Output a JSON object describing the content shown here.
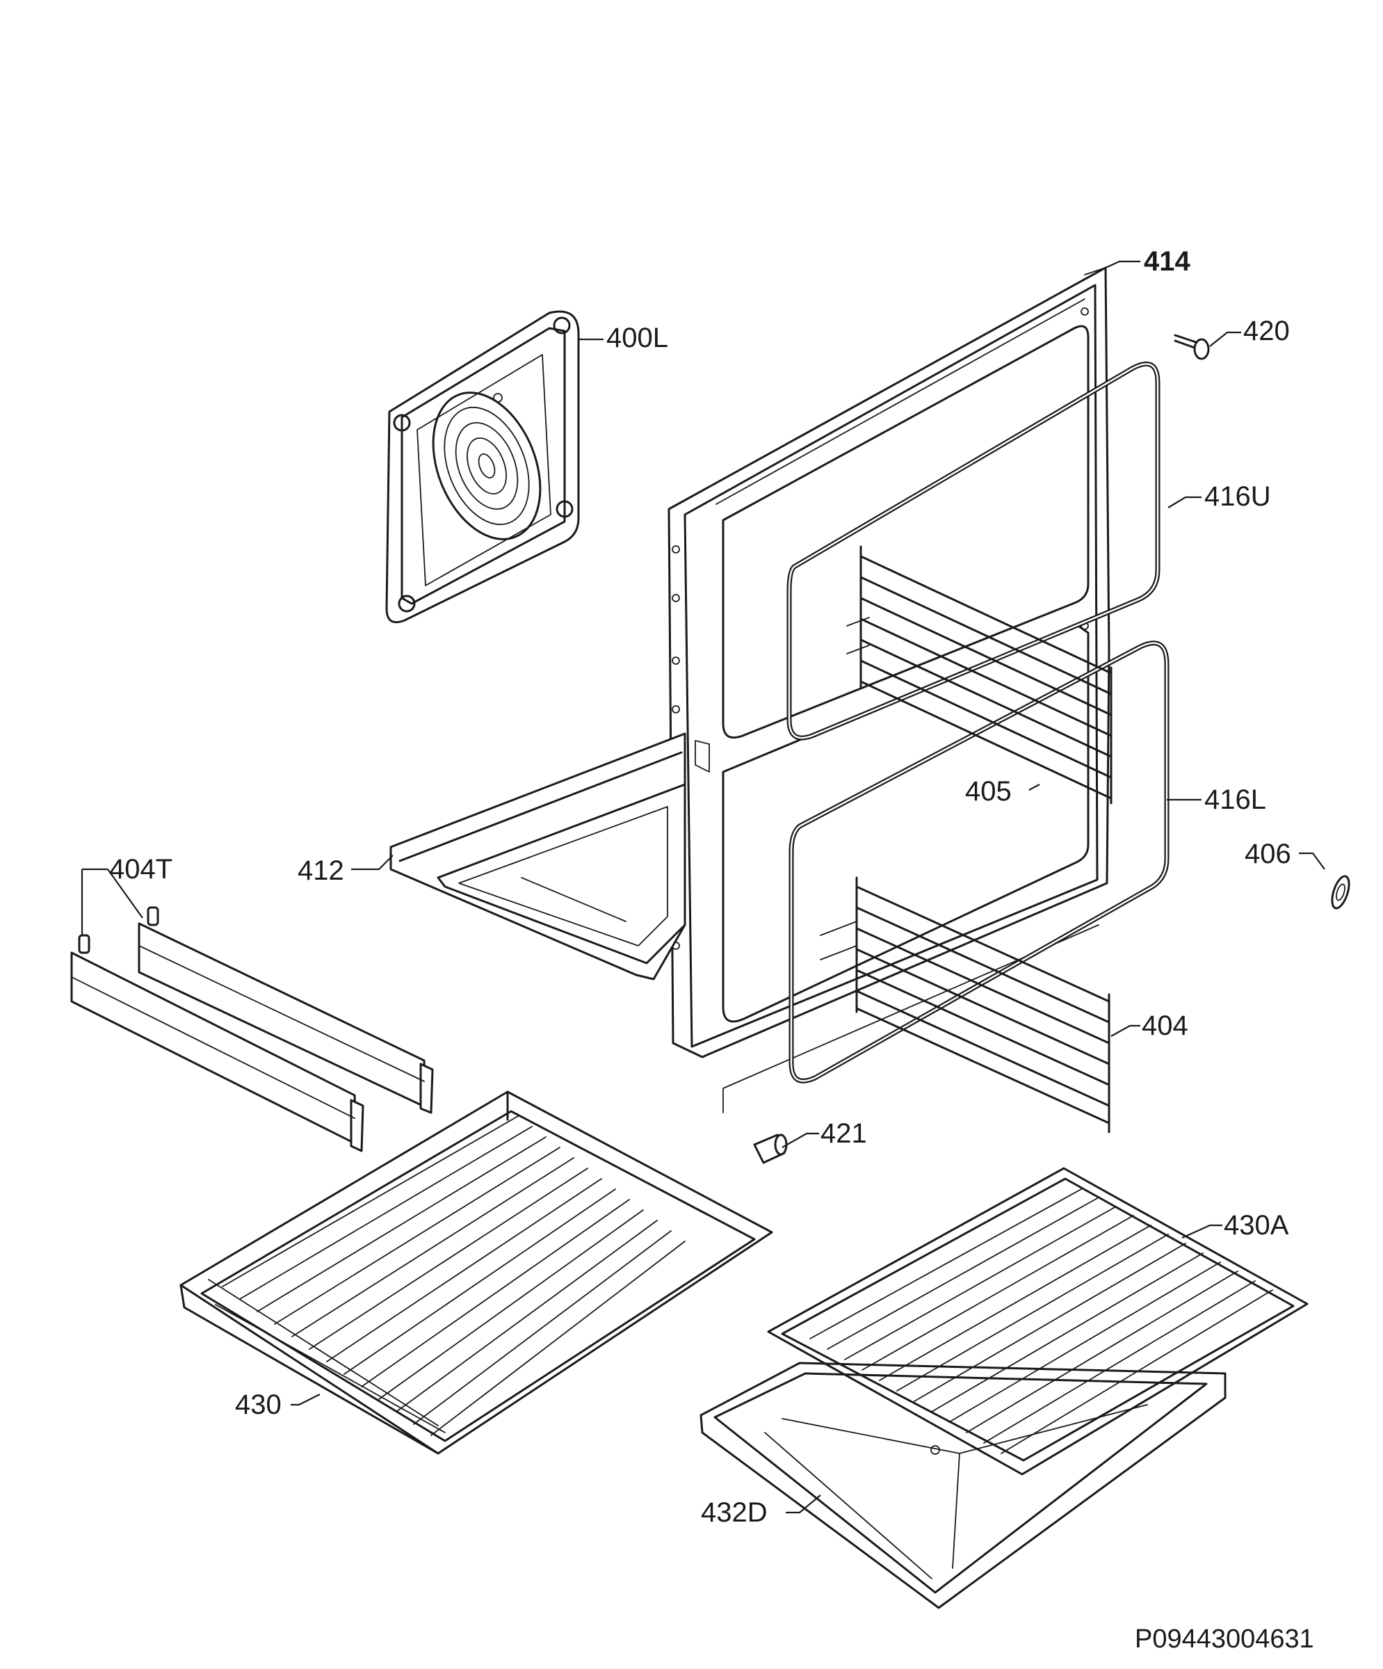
{
  "callouts": {
    "p414": "414",
    "p420": "420",
    "p400L": "400L",
    "p416U": "416U",
    "p405": "405",
    "p416L": "416L",
    "p412": "412",
    "p406": "406",
    "p404T": "404T",
    "p404": "404",
    "p421": "421",
    "p430A": "430A",
    "p430": "430",
    "p432D": "432D"
  },
  "drawing_code": "P09443004631",
  "colors": {
    "line": "#1a1a1a",
    "background": "#ffffff"
  }
}
